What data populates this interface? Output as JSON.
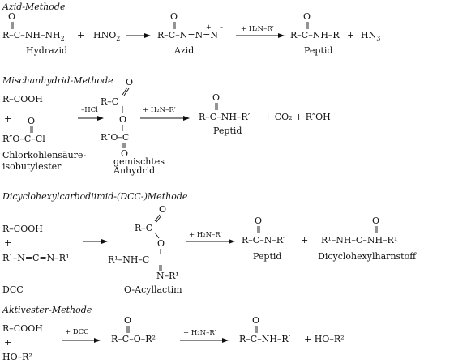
{
  "methods": [
    {
      "title": "Azid-Methode",
      "reactants": {
        "plus1": "+",
        "hno2": "HNO",
        "hno2_sub": "2",
        "hydrazid_label": "Hydrazid",
        "hydrazid_frag": "R–C–NH–NH",
        "hydrazid_sub": "2",
        "o": "O"
      },
      "azid": {
        "formula": "R–C–N=N=N",
        "charge_plus": "+",
        "charge_minus": "–",
        "label": "Azid",
        "o": "O"
      },
      "reagent": "+ H₂N–R′",
      "product": {
        "formula": "R–C–NH–R′",
        "label": "Peptid",
        "o": "O"
      },
      "byproduct": {
        "plus": "+",
        "text": "HN",
        "sub": "3"
      }
    },
    {
      "title": "Mischanhydrid-Methode",
      "reactant1": "R–COOH",
      "plus": "+",
      "reactant2": {
        "formula": "R″O–C–Cl",
        "o": "O",
        "label1": "Chlorkohlensäure-",
        "label2": "isobutylester"
      },
      "condition": "–HCl",
      "anhydride": {
        "top": "R–C",
        "o_top": "O",
        "o_bridge": "O",
        "bottom": "R″O–C",
        "o_bottom": "O",
        "label1": "gemischtes",
        "label2": "Anhydrid"
      },
      "reagent": "+ H₂N–R′",
      "product": {
        "formula": "R–C–NH–R′",
        "label": "Peptid",
        "o": "O"
      },
      "byproducts": "+  CO₂  +  R″OH"
    },
    {
      "title": "Dicyclohexylcarbodiimid-(DCC-)Methode",
      "reactant1": "R–COOH",
      "plus": "+",
      "reactant2": "R¹–N=C=N–R¹",
      "dcc_label": "DCC",
      "intermediate": {
        "top": "R–C",
        "o_top": "O",
        "o_bridge": "O",
        "nh": "R¹–NH–C",
        "nr": "N–R¹",
        "label": "O-Acyllactim"
      },
      "reagent": "+ H₂N–R′",
      "product": {
        "formula": "R–C–N–R′",
        "label": "Peptid",
        "o": "O"
      },
      "plus2": "+",
      "byproduct": {
        "formula": "R¹–NH–C–NH–R¹",
        "label": "Dicyclohexylharnstoff",
        "o": "O"
      }
    },
    {
      "title": "Aktivester-Methode",
      "reactant1": "R–COOH",
      "plus": "+",
      "reactant2": "HO–R²",
      "condition": "+ DCC",
      "ester": {
        "formula": "R–C–O–R²",
        "o": "O"
      },
      "reagent": "+ H₂N–R′",
      "product": {
        "formula": "R–C–NH–R′",
        "o": "O"
      },
      "byproduct": "+  HO–R²"
    }
  ]
}
